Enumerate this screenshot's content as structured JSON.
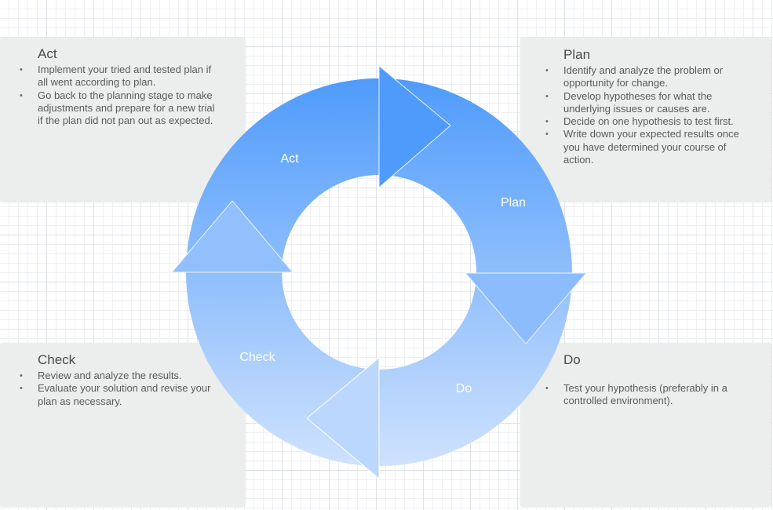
{
  "diagram": {
    "segments": [
      {
        "id": "act",
        "label": "Act"
      },
      {
        "id": "plan",
        "label": "Plan"
      },
      {
        "id": "check",
        "label": "Check"
      },
      {
        "id": "do",
        "label": "Do"
      }
    ]
  },
  "cards": {
    "act": {
      "title": "Act",
      "items": [
        "Implement your tried and tested plan if all went according to plan.",
        "Go back to the planning stage to make adjustments and prepare for a new trial if the plan did not pan out as expected."
      ]
    },
    "plan": {
      "title": "Plan",
      "items": [
        "Identify and analyze the problem or opportunity for change.",
        "Develop hypotheses for what the underlying issues or causes are.",
        "Decide on one hypothesis to test first.",
        "Write down your expected results once you have determined your course of action."
      ]
    },
    "check": {
      "title": "Check",
      "items": [
        "Review and analyze the results.",
        "Evaluate your solution and revise your plan as necessary."
      ]
    },
    "do": {
      "title": "Do",
      "items": [
        "Test your hypothesis (preferably in a controlled environment)."
      ]
    }
  },
  "colors": {
    "ring_top": "#4f9bfb",
    "ring_bottom": "#cfe2fd",
    "card_bg": "#eceeee"
  }
}
